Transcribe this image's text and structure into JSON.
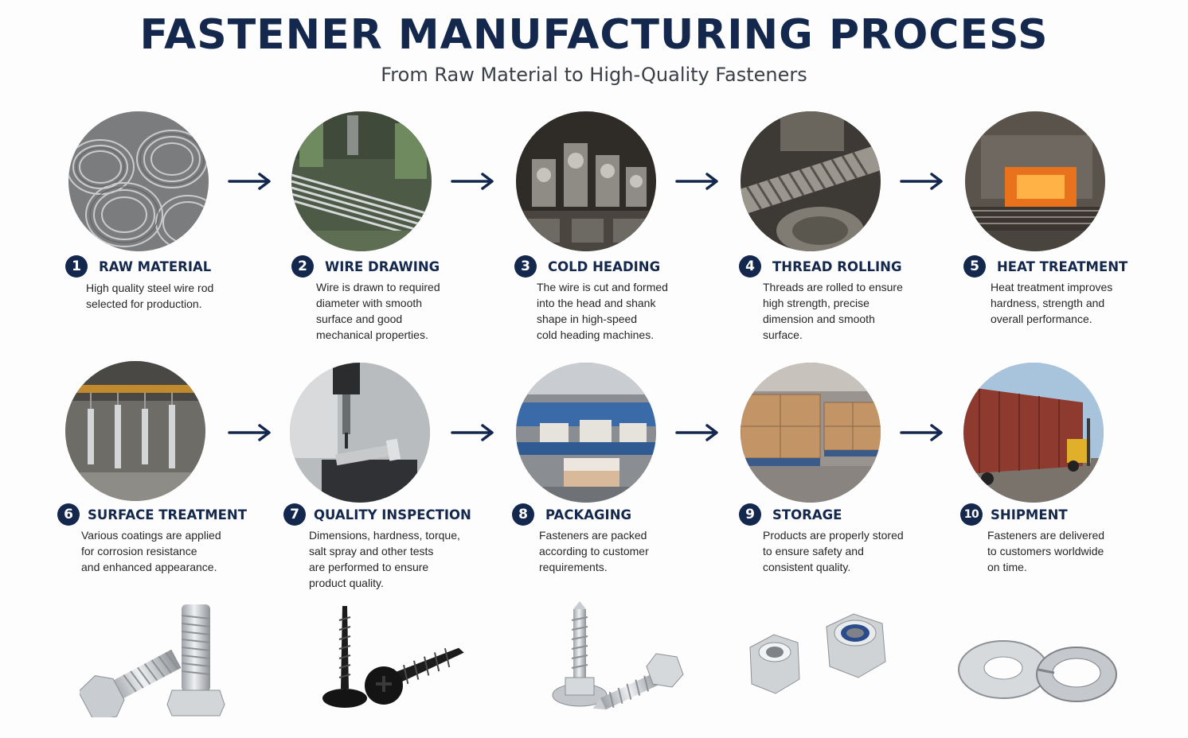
{
  "header": {
    "title": "FASTENER MANUFACTURING PROCESS",
    "subtitle": "From Raw Material to High-Quality Fasteners"
  },
  "steps": [
    {
      "number": "1",
      "title": "RAW MATERIAL",
      "lines": [
        "High quality steel wire rod",
        "selected for production."
      ],
      "image": "steel-wire-coils-photo"
    },
    {
      "number": "2",
      "title": "WIRE DRAWING",
      "lines": [
        "Wire is drawn to required",
        "diameter with smooth",
        "surface and good",
        "mechanical properties."
      ],
      "image": "wire-drawing-machine-photo"
    },
    {
      "number": "3",
      "title": "COLD HEADING",
      "lines": [
        "The wire is cut and formed",
        "into the head and shank",
        "shape in high-speed",
        "cold heading machines."
      ],
      "image": "cold-heading-machine-photo"
    },
    {
      "number": "4",
      "title": "THREAD ROLLING",
      "lines": [
        "Threads are rolled to ensure",
        "high strength, precise",
        "dimension and smooth",
        "surface."
      ],
      "image": "thread-rolling-photo"
    },
    {
      "number": "5",
      "title": "HEAT TREATMENT",
      "lines": [
        "Heat treatment improves",
        "hardness, strength and",
        "overall performance."
      ],
      "image": "heat-treatment-furnace-photo"
    },
    {
      "number": "6",
      "title": "SURFACE TREATMENT",
      "lines": [
        "Various coatings are applied",
        "for corrosion resistance",
        "and enhanced appearance."
      ],
      "image": "surface-treatment-line-photo"
    },
    {
      "number": "7",
      "title": "QUALITY INSPECTION",
      "lines": [
        "Dimensions, hardness, torque,",
        "salt spray and other tests",
        "are performed to ensure",
        "product quality."
      ],
      "image": "quality-inspection-photo"
    },
    {
      "number": "8",
      "title": "PACKAGING",
      "lines": [
        "Fasteners are packed",
        "according to customer",
        "requirements."
      ],
      "image": "packaging-line-photo"
    },
    {
      "number": "9",
      "title": "STORAGE",
      "lines": [
        "Products are properly stored",
        "to ensure safety and",
        "consistent quality."
      ],
      "image": "warehouse-storage-photo"
    },
    {
      "number": "10",
      "title": "SHIPMENT",
      "lines": [
        "Fasteners are delivered",
        "to customers worldwide",
        "on time."
      ],
      "image": "shipping-container-truck-photo"
    }
  ],
  "products": [
    "hex-bolts",
    "black-drywall-screws",
    "self-drilling-screws",
    "hex-nuts",
    "flat-and-spring-washers"
  ],
  "colors": {
    "navy": "#14284d",
    "text": "#262626",
    "background": "#fdfdfd"
  }
}
